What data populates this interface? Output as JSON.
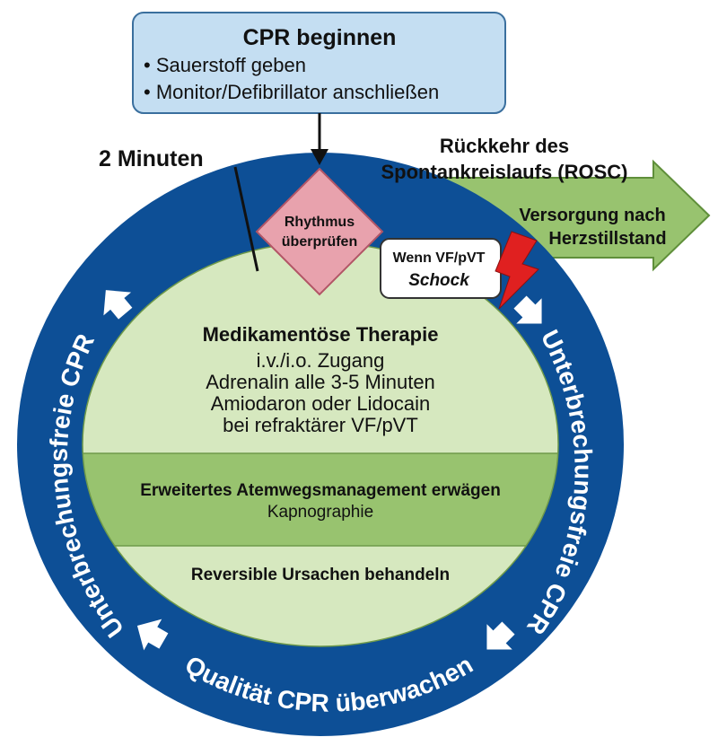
{
  "start_box": {
    "title": "CPR beginnen",
    "items": [
      "• Sauerstoff geben",
      "• Monitor/Defibrillator anschließen"
    ]
  },
  "two_minutes_label": "2 Minuten",
  "rhythm_check": {
    "line1": "Rhythmus",
    "line2": "überprüfen"
  },
  "rosc_label": {
    "line1": "Rückkehr des",
    "line2": "Spontankreislaufs (ROSC)"
  },
  "post_arrest": {
    "line1": "Versorgung nach",
    "line2": "Herzstillstand"
  },
  "shock_box": {
    "line1": "Wenn VF/pVT",
    "line2": "Schock"
  },
  "ring_text": {
    "left": "Unterbrechungsfreie CPR",
    "right": "Unterbrechungsfreie CPR",
    "bottom": "Qualität CPR überwachen"
  },
  "drug_therapy": {
    "title": "Medikamentöse Therapie",
    "lines": [
      "i.v./i.o. Zugang",
      "Adrenalin alle 3-5 Minuten",
      "Amiodaron oder Lidocain",
      "bei refraktärer VF/pVT"
    ]
  },
  "airway": {
    "title": "Erweitertes Atemwegsmanagement erwägen",
    "subtitle": "Kapnographie"
  },
  "reversible": {
    "title": "Reversible Ursachen behandeln"
  },
  "colors": {
    "ring": "#0d4f96",
    "inner_light": "#d6e8bf",
    "inner_mid": "#98c36f",
    "start_box": "#c4def2",
    "diamond": "#e8a2ad",
    "rosc_arrow": "#98c36f",
    "lightning": "#e02020"
  }
}
